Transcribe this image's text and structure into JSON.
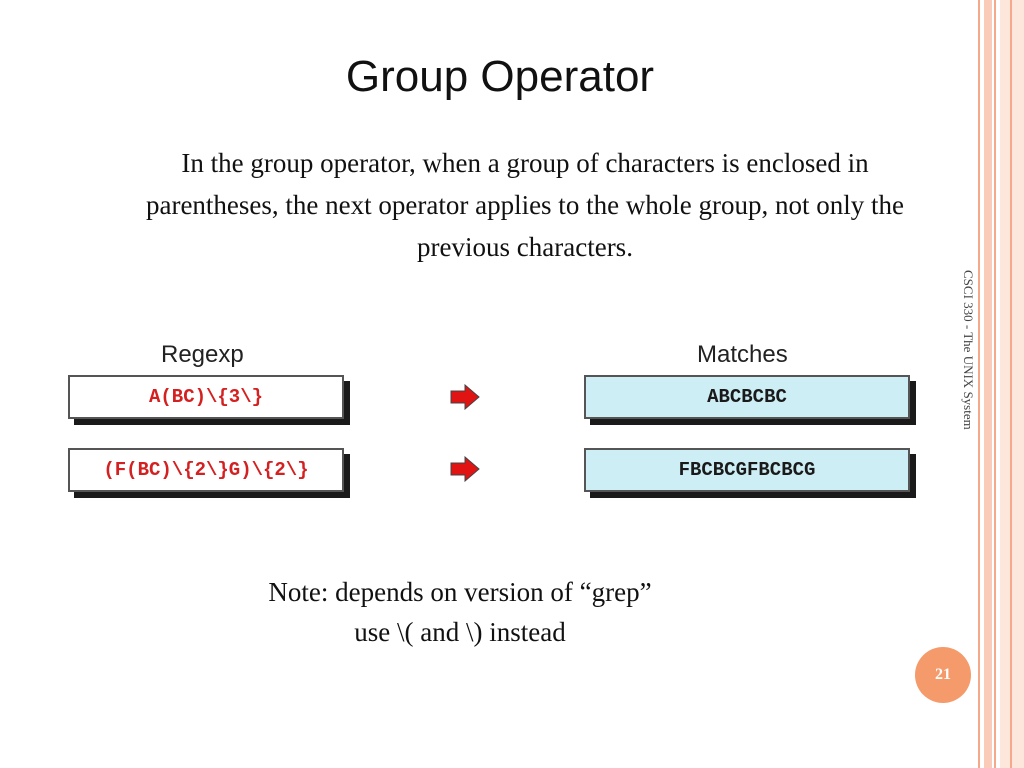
{
  "slide": {
    "title": "Group Operator",
    "body": "In the group operator, when a group of characters is enclosed in parentheses, the next operator applies to the whole group, not only the previous characters.",
    "note_line1": "Note: depends on version of “grep”",
    "note_line2": "use \\( and \\) instead",
    "side_label": "CSCI 330 - The UNIX System",
    "page_number": "21"
  },
  "figure": {
    "regexp_header": "Regexp",
    "matches_header": "Matches",
    "rows": [
      {
        "regexp": "A(BC)\\{3\\}",
        "match": "ABCBCBC"
      },
      {
        "regexp": "(F(BC)\\{2\\}G)\\{2\\}",
        "match": "FBCBCGFBCBCG"
      }
    ],
    "arrow_icon": "red-right-arrow-icon"
  },
  "colors": {
    "accent": "#f59a6a",
    "regexp_text": "#d42020",
    "match_fill": "#cdeef5",
    "arrow": "#e11414"
  }
}
